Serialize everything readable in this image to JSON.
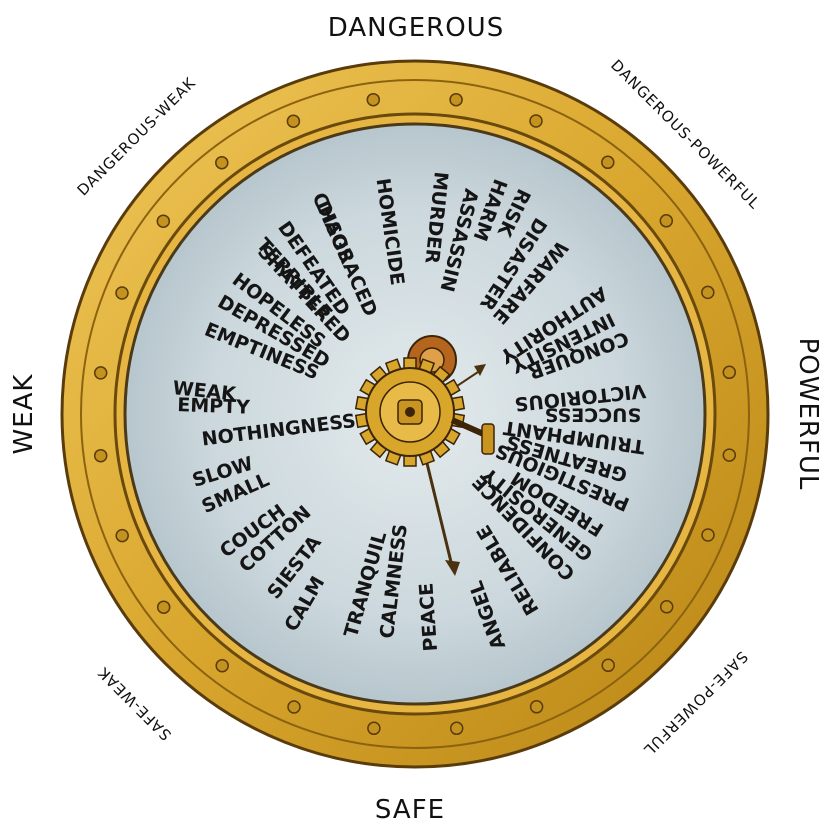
{
  "diagram": {
    "outer_labels": {
      "top": "DANGEROUS",
      "top_right": "DANGEROUS-POWERFUL",
      "right": "POWERFUL",
      "bottom_right": "SAFE-POWERFUL",
      "bottom": "SAFE",
      "bottom_left": "SAFE-WEAK",
      "left": "WEAK",
      "top_left": "DANGEROUS-WEAK"
    },
    "words": [
      {
        "text": "CHAOS",
        "angle": -24,
        "r": 0.83
      },
      {
        "text": "HOMICIDE",
        "angle": -8,
        "r": 0.82
      },
      {
        "text": "MURDER",
        "angle": 6,
        "r": 0.84
      },
      {
        "text": "ASSASSIN",
        "angle": 14,
        "r": 0.8
      },
      {
        "text": "TERRIBLE",
        "angle": -42,
        "r": 0.8
      },
      {
        "text": "HARM",
        "angle": 20,
        "r": 0.86
      },
      {
        "text": "RISK",
        "angle": 26,
        "r": 0.86
      },
      {
        "text": "DISASTER",
        "angle": 33,
        "r": 0.8
      },
      {
        "text": "WARFARE",
        "angle": 41,
        "r": 0.78
      },
      {
        "text": "AUTHORITY",
        "angle": 57,
        "r": 0.78
      },
      {
        "text": "INTENSITY",
        "angle": 64,
        "r": 0.76
      },
      {
        "text": "CONQUER",
        "angle": 70,
        "r": 0.78
      },
      {
        "text": "VICTORIOUS",
        "angle": 84,
        "r": 0.8
      },
      {
        "text": "SUCCESS",
        "angle": 90,
        "r": 0.78
      },
      {
        "text": "TRIUMPHANT",
        "angle": 98,
        "r": 0.8
      },
      {
        "text": "GREATNESS",
        "angle": 106,
        "r": 0.76
      },
      {
        "text": "PRESTIGIOUS",
        "angle": 113,
        "r": 0.8
      },
      {
        "text": "FREEDOM",
        "angle": 122,
        "r": 0.76
      },
      {
        "text": "GENEROSITY",
        "angle": 129,
        "r": 0.78
      },
      {
        "text": "CONFIDENCE",
        "angle": 136,
        "r": 0.78
      },
      {
        "text": "RELIABLE",
        "angle": 149,
        "r": 0.8
      },
      {
        "text": "ANGEL",
        "angle": 160,
        "r": 0.86
      },
      {
        "text": "PEACE",
        "angle": 176,
        "r": 0.82
      },
      {
        "text": "CALMNESS",
        "angle": 187,
        "r": 0.78
      },
      {
        "text": "TRANQUIL",
        "angle": 196,
        "r": 0.8
      },
      {
        "text": "CALM",
        "angle": 210,
        "r": 0.86
      },
      {
        "text": "SIESTA",
        "angle": 218,
        "r": 0.8
      },
      {
        "text": "COTTON",
        "angle": 228,
        "r": 0.8
      },
      {
        "text": "COUCH",
        "angle": 234,
        "r": 0.82
      },
      {
        "text": "SMALL",
        "angle": 246,
        "r": 0.8
      },
      {
        "text": "SLOW",
        "angle": 253,
        "r": 0.8
      },
      {
        "text": "NOTHINGNESS",
        "angle": 263,
        "r": 0.74
      },
      {
        "text": "EMPTY",
        "angle": 272,
        "r": 0.82
      },
      {
        "text": "WEAK",
        "angle": 276,
        "r": 0.84
      },
      {
        "text": "EMPTINESS",
        "angle": 292,
        "r": 0.78
      },
      {
        "text": "DEPRESSED",
        "angle": 300,
        "r": 0.78
      },
      {
        "text": "HOPELESS",
        "angle": 307,
        "r": 0.78
      },
      {
        "text": "SHATTERED",
        "angle": 317,
        "r": 0.78
      },
      {
        "text": "DEFEATED",
        "angle": 325,
        "r": 0.8
      },
      {
        "text": "DISGRACED",
        "angle": 336,
        "r": 0.8
      }
    ]
  },
  "colors": {
    "frame": "#d9a72e",
    "frame_dark": "#9c6f12",
    "frame_light": "#f0c75a",
    "dial": "#c5d2d8",
    "dial_center": "#dde5e8",
    "gear": "#d8a62a",
    "pointer": "#5a3c18"
  }
}
